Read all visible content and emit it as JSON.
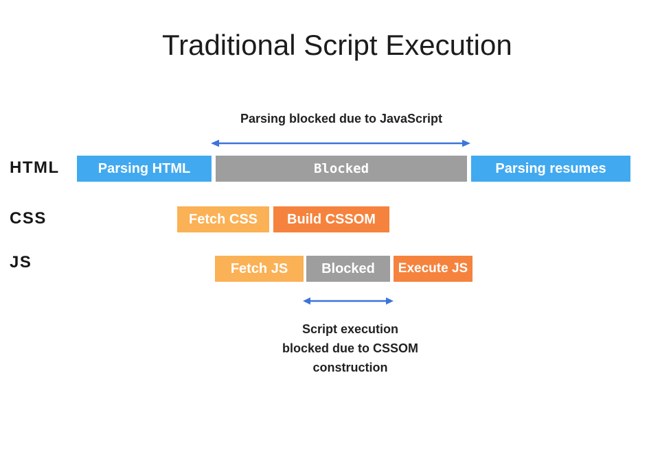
{
  "title": "Traditional Script Execution",
  "colors": {
    "bar_blue": "#41a9f0",
    "bar_gray": "#9e9e9e",
    "bar_orange_light": "#fbb155",
    "bar_orange_dark": "#f5833d",
    "arrow_blue": "#3d74db",
    "text_dark": "#212121"
  },
  "annotations": {
    "top": "Parsing blocked due to JavaScript",
    "bottom_lines": [
      "Script execution",
      "blocked due to CSSOM",
      "construction"
    ]
  },
  "rows": {
    "html": {
      "label": "HTML",
      "bars": [
        {
          "label": "Parsing HTML"
        },
        {
          "label": "Blocked"
        },
        {
          "label": "Parsing resumes"
        }
      ]
    },
    "css": {
      "label": "CSS",
      "bars": [
        {
          "label": "Fetch CSS"
        },
        {
          "label": "Build CSSOM"
        }
      ]
    },
    "js": {
      "label": "JS",
      "bars": [
        {
          "label": "Fetch JS"
        },
        {
          "label": "Blocked"
        },
        {
          "label": "Execute JS"
        }
      ]
    }
  }
}
